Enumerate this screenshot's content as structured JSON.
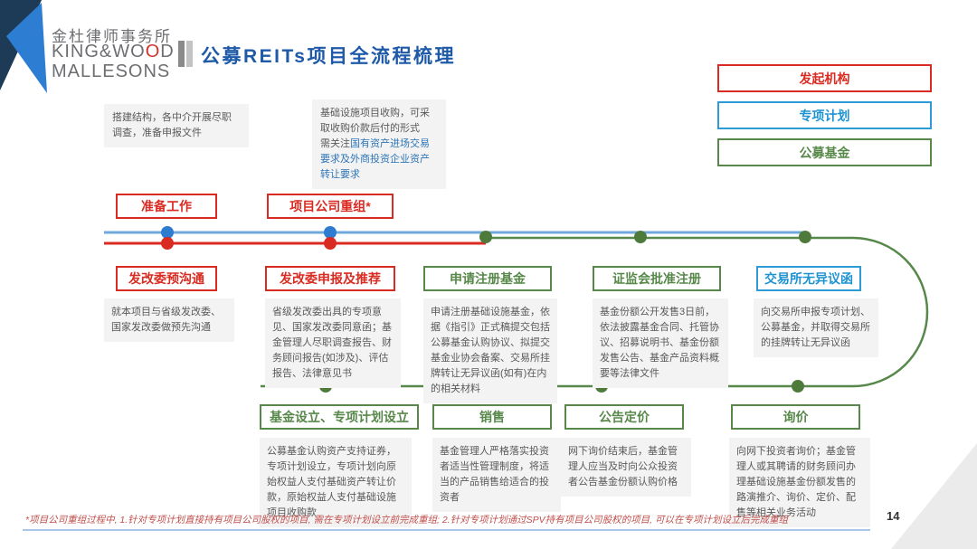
{
  "slide": {
    "title": "公募REITs项目全流程梳理",
    "page_number": "14",
    "footnote": "*项目公司重组过程中, 1.针对专项计划直接持有项目公司股权的项目, 需在专项计划设立前完成重组; 2.针对专项计划通过SPV持有项目公司股权的项目, 可以在专项计划设立后完成重组"
  },
  "logo": {
    "cn": "金杜律师事务所",
    "en_top_left": "KING&W",
    "en_top_o1": "O",
    "en_top_o2": "O",
    "en_top_right": "D",
    "en_bottom": "MALLESONS"
  },
  "legend": {
    "items": [
      {
        "label": "发起机构",
        "color": "#d92b21"
      },
      {
        "label": "专项计划",
        "color": "#2e9bd9"
      },
      {
        "label": "公募基金",
        "color": "#57884a"
      }
    ]
  },
  "notes": [
    {
      "text": "搭建结构，各中介开展尽职调查，准备申报文件"
    },
    {
      "text_black": "基础设施项目收购，可采取收购价款后付的形式",
      "text_prefix": "需关注",
      "text_blue": "国有资产进场交易要求及外商投资企业资产转让要求"
    }
  ],
  "flow": {
    "row1": [
      {
        "label": "准备工作"
      },
      {
        "label": "项目公司重组*"
      }
    ],
    "row2": [
      {
        "label": "发改委预沟通",
        "desc": "就本项目与省级发改委、国家发改委做预先沟通"
      },
      {
        "label": "发改委申报及推荐",
        "desc": "省级发改委出具的专项意见、国家发改委同意函；基金管理人尽职调查报告、财务顾问报告(如涉及)、评估报告、法律意见书"
      },
      {
        "label": "申请注册基金",
        "desc": "申请注册基础设施基金，依据《指引》正式稿提交包括公募基金认购协议、拟提交基金业协会备案、交易所挂牌转让无异议函(如有)在内的相关材料"
      },
      {
        "label": "证监会批准注册",
        "desc": "基金份额公开发售3日前，依法披露基金合同、托管协议、招募说明书、基金份额发售公告、基金产品资料概要等法律文件"
      },
      {
        "label": "交易所无异议函",
        "desc": "向交易所申报专项计划、公募基金，并取得交易所的挂牌转让无异议函"
      }
    ],
    "row3": [
      {
        "label": "基金设立、专项计划设立",
        "desc": "公募基金认购资产支持证券，专项计划设立，专项计划向原始权益人支付基础资产转让价款，原始权益人支付基础设施项目收购款"
      },
      {
        "label": "销售",
        "desc": "基金管理人严格落实投资者适当性管理制度，将适当的产品销售给适合的投资者"
      },
      {
        "label": "公告定价",
        "desc": "网下询价结束后，基金管理人应当及时向公众投资者公告基金份额认购价格"
      },
      {
        "label": "询价",
        "desc": "向网下投资者询价；基金管理人或其聘请的财务顾问办理基础设施基金份额发售的路演推介、询价、定价、配售等相关业务活动"
      }
    ]
  },
  "colors": {
    "red": "#d92b21",
    "blue_accent": "#2e9bd9",
    "blue_line": "#6fa8dc",
    "blue_dot": "#2d7cd0",
    "green_line": "#57884a",
    "green_dot": "#4e7b3c",
    "title_blue": "#1e5aa8"
  }
}
